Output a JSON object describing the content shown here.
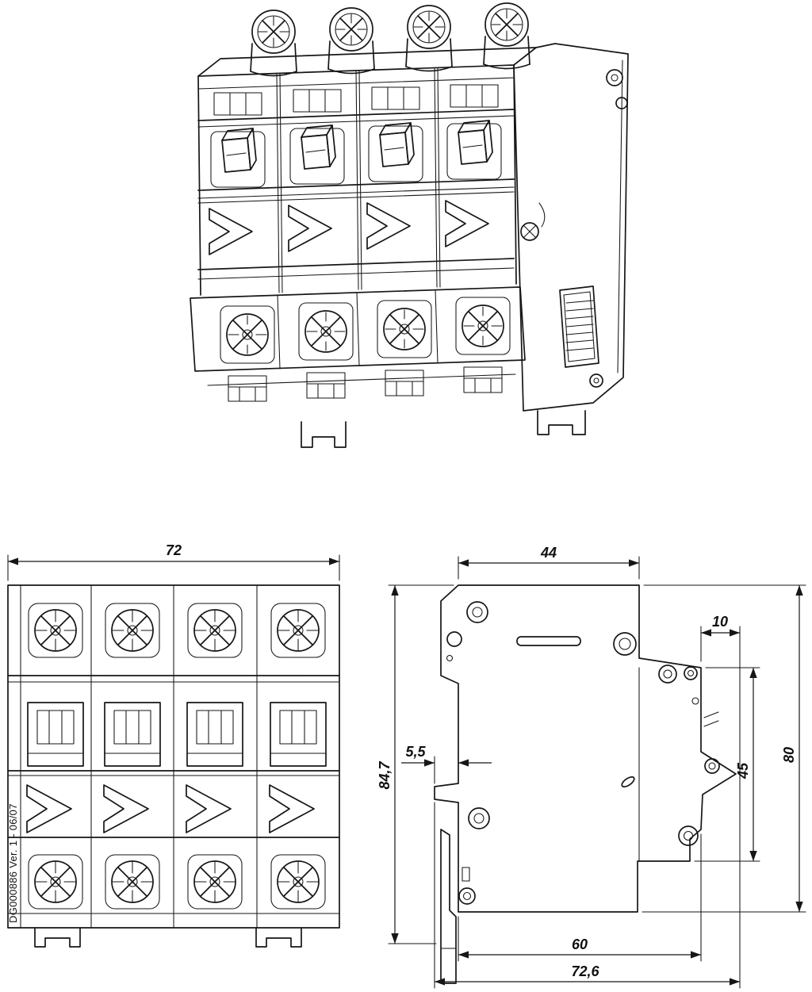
{
  "part_label": "DG000886 Ver. 1 - 06/07",
  "front_view": {
    "width_dim": "72"
  },
  "side_view": {
    "top_width_dim": "44",
    "terminal_depth_dim": "10",
    "total_height_dim": "84,7",
    "rail_offset_dim": "5,5",
    "terminal_height_dim": "45",
    "body_height_dim": "80",
    "bottom_width_dim": "60",
    "total_width_dim": "72,6"
  }
}
